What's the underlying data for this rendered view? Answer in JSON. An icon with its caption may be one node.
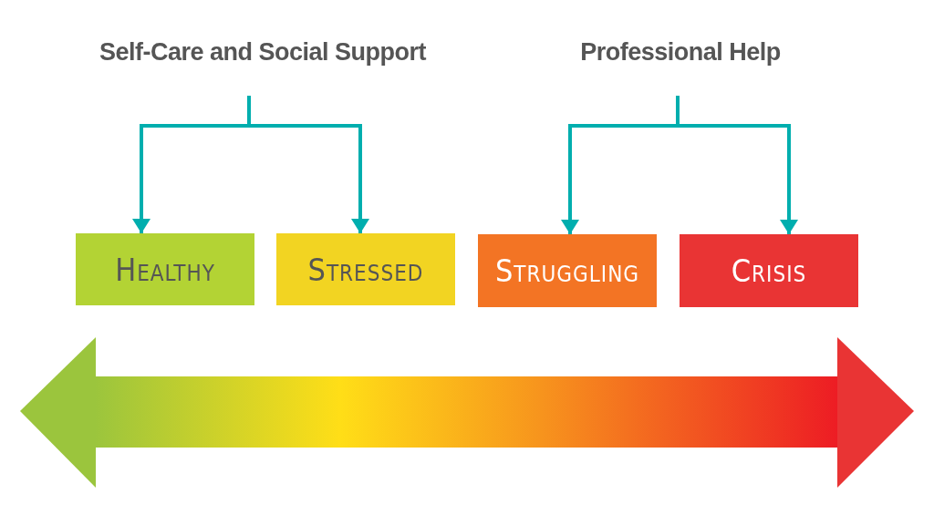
{
  "diagram": {
    "nodes": [
      {
        "text": [
          "Self-Care and Social Support"
        ]
      },
      {
        "text": [
          "Professional Help"
        ]
      },
      {
        "text": [
          "Healthy"
        ]
      },
      {
        "text": [
          "Stressed"
        ]
      },
      {
        "text": [
          "Struggling"
        ]
      },
      {
        "text": [
          "Crisis"
        ]
      }
    ],
    "edges": [
      {
        "from": 0,
        "to": 2,
        "arrow": "to"
      },
      {
        "from": 0,
        "to": 3,
        "arrow": "to"
      },
      {
        "from": 1,
        "to": 4,
        "arrow": "to"
      },
      {
        "from": 1,
        "to": 5,
        "arrow": "to"
      }
    ]
  }
}
